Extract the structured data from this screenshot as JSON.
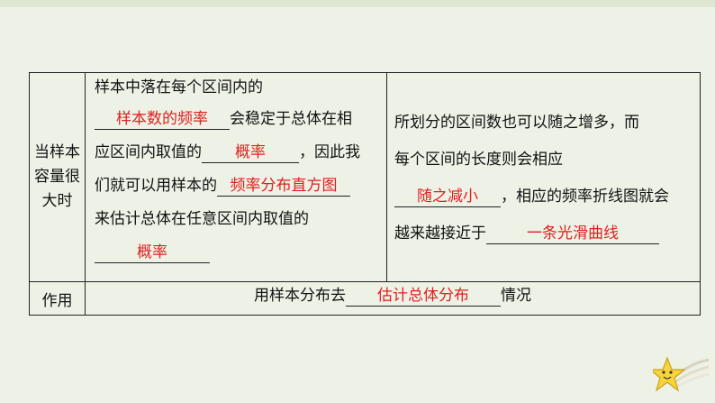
{
  "table": {
    "row1_label": [
      "当样本",
      "容量很",
      "大时"
    ],
    "col2": {
      "line1": "样本中落在每个区间内的",
      "blank1": "样本数的频率",
      "line2_after": "会稳定于总体在相",
      "line3_before": "应区间内取值的",
      "blank2": "概率",
      "line3_after": "，因此我",
      "line4_before": "们就可以用样本的",
      "blank3": "频率分布直方图",
      "line5": "来估计总体在任意区间内取值的",
      "blank4": "概率"
    },
    "col3": {
      "line1": "所划分的区间数也可以随之增多，而",
      "line2": "每个区间的长度则会相应",
      "blank1": "随之减小",
      "line3_after": "，相应的频率折线图就会",
      "line4_before": "越来越接近于",
      "blank2": "一条光滑曲线"
    },
    "row2_label": "作用",
    "row2": {
      "before": "用样本分布去",
      "blank": "估计总体分布",
      "after": "情况"
    }
  },
  "colors": {
    "answer": "#e02020",
    "background": "#eef2e6"
  },
  "decoration": {
    "icon": "star-icon"
  }
}
